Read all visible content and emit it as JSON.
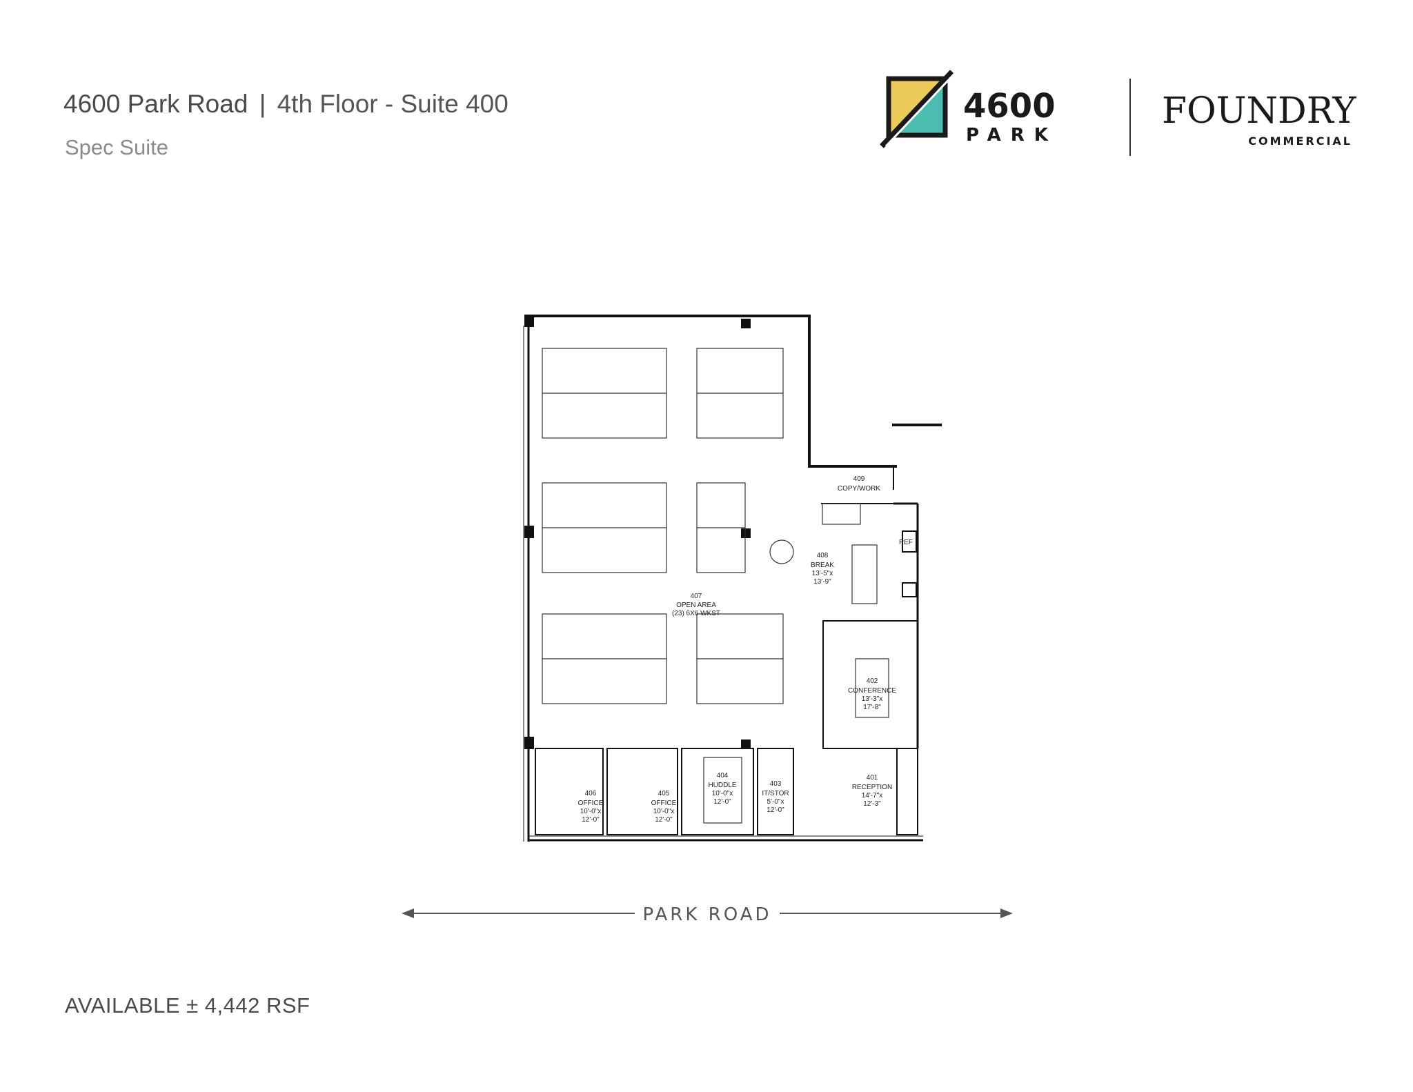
{
  "header": {
    "title": "4600 Park Road",
    "separator": "|",
    "floor_suite": "4th Floor - Suite 400",
    "subtitle": "Spec Suite"
  },
  "logos": {
    "park_logo_number": "4600",
    "park_logo_word": "PARK",
    "foundry_word": "FOUNDRY",
    "foundry_sub": "COMMERCIAL",
    "colors": {
      "yellow": "#eccb5b",
      "teal": "#4bbdae",
      "dark": "#1a1a1a"
    }
  },
  "rooms": {
    "copywork": {
      "number": "409",
      "name": "COPY/WORK"
    },
    "break": {
      "number": "408",
      "name": "BREAK",
      "dim1": "13'-5\"x",
      "dim2": "13'-9\""
    },
    "open_area": {
      "number": "407",
      "name": "OPEN AREA",
      "desc": "(23) 6X6 WKST"
    },
    "conference": {
      "number": "402",
      "name": "CONFERENCE",
      "dim1": "13'-3\"x",
      "dim2": "17'-8\""
    },
    "office_406": {
      "number": "406",
      "name": "OFFICE",
      "dim1": "10'-0\"x",
      "dim2": "12'-0\""
    },
    "office_405": {
      "number": "405",
      "name": "OFFICE",
      "dim1": "10'-0\"x",
      "dim2": "12'-0\""
    },
    "huddle": {
      "number": "404",
      "name": "HUDDLE",
      "dim1": "10'-0\"x",
      "dim2": "12'-0\""
    },
    "itstor": {
      "number": "403",
      "name": "IT/STOR",
      "dim1": "5'-0\"x",
      "dim2": "12'-0\""
    },
    "reception": {
      "number": "401",
      "name": "RECEPTION",
      "dim1": "14'-7\"x",
      "dim2": "12'-3\""
    },
    "ref_label": "REF"
  },
  "street": {
    "label": "PARK ROAD"
  },
  "footer": {
    "available": "AVAILABLE ± 4,442 RSF"
  }
}
